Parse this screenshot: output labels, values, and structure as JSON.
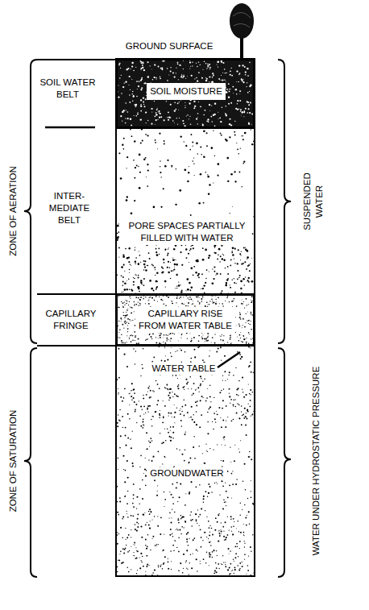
{
  "diagram": {
    "nodes": [
      {
        "text": [
          "SOIL MOISTURE"
        ]
      },
      {
        "text": [
          "PORE SPACES PARTIALLY FILLED WITH WATER"
        ]
      },
      {
        "text": [
          "CAPILLARY RISE FROM WATER TABLE"
        ]
      },
      {
        "text": [
          "WATER TABLE",
          "GROUNDWATER"
        ]
      }
    ],
    "labels": [
      "GROUND SURFACE",
      "SOIL WATER BELT",
      "INTER- MEDIATE BELT",
      "CAPILLARY FRINGE",
      "ZONE OF AERATION",
      "ZONE OF SATURATION",
      "SUSPENDED WATER",
      "WATER UNDER HYDROSTATIC PRESSURE"
    ]
  }
}
